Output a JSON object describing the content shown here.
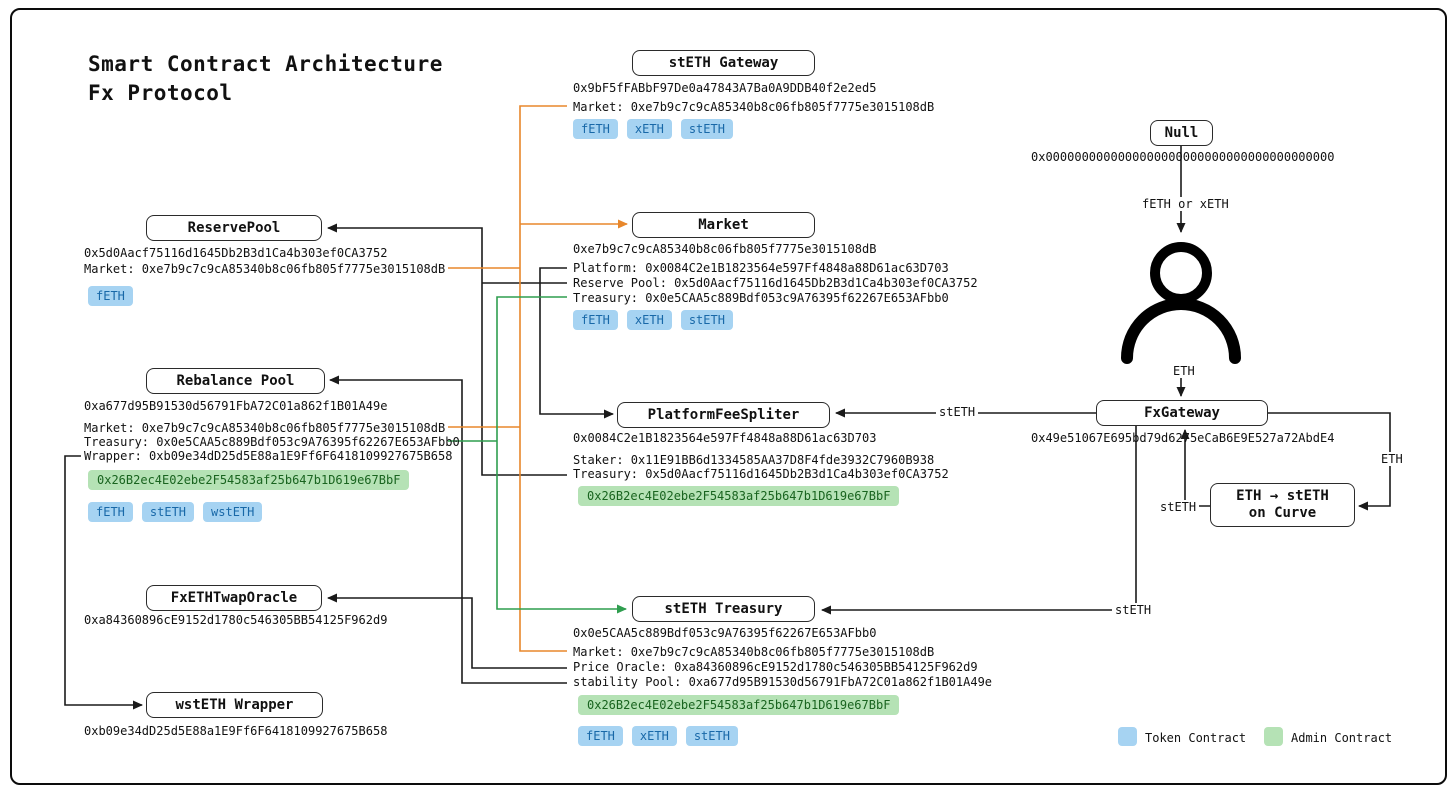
{
  "title": {
    "line1": "Smart Contract Architecture",
    "line2": "Fx Protocol"
  },
  "nodes": {
    "steth_gateway": {
      "label": "stETH Gateway",
      "address": "0x9bF5fFABbF97De0a47843A7Ba0A9DDB40f2e2ed5",
      "rows": [
        "Market: 0xe7b9c7c9cA85340b8c06fb805f7775e3015108dB"
      ],
      "tokens": [
        "fETH",
        "xETH",
        "stETH"
      ]
    },
    "null_contract": {
      "label": "Null",
      "address": "0x0000000000000000000000000000000000000000"
    },
    "reserve_pool": {
      "label": "ReservePool",
      "address": "0x5d0Aacf75116d1645Db2B3d1Ca4b303ef0CA3752",
      "rows": [
        "Market: 0xe7b9c7c9cA85340b8c06fb805f7775e3015108dB"
      ],
      "tokens": [
        "fETH"
      ]
    },
    "market": {
      "label": "Market",
      "address": "0xe7b9c7c9cA85340b8c06fb805f7775e3015108dB",
      "rows": [
        "Platform: 0x0084C2e1B1823564e597Ff4848a88D61ac63D703",
        "Reserve Pool: 0x5d0Aacf75116d1645Db2B3d1Ca4b303ef0CA3752",
        "Treasury: 0x0e5CAA5c889Bdf053c9A76395f62267E653AFbb0"
      ],
      "tokens": [
        "fETH",
        "xETH",
        "stETH"
      ]
    },
    "rebalance_pool": {
      "label": "Rebalance Pool",
      "address": "0xa677d95B91530d56791FbA72C01a862f1B01A49e",
      "rows": [
        "Market: 0xe7b9c7c9cA85340b8c06fb805f7775e3015108dB",
        "Treasury: 0x0e5CAA5c889Bdf053c9A76395f62267E653AFbb0",
        "Wrapper: 0xb09e34dD25d5E88a1E9Ff6F6418109927675B658"
      ],
      "admin": "0x26B2ec4E02ebe2F54583af25b647b1D619e67BbF",
      "tokens": [
        "fETH",
        "stETH",
        "wstETH"
      ]
    },
    "platform_fee_spliter": {
      "label": "PlatformFeeSpliter",
      "address": "0x0084C2e1B1823564e597Ff4848a88D61ac63D703",
      "rows": [
        "Staker: 0x11E91BB6d1334585AA37D8F4fde3932C7960B938",
        "Treasury: 0x5d0Aacf75116d1645Db2B3d1Ca4b303ef0CA3752"
      ],
      "admin": "0x26B2ec4E02ebe2F54583af25b647b1D619e67BbF"
    },
    "fx_gateway": {
      "label": "FxGateway",
      "address": "0x49e51067E695bd79d6275eCaB6E9E527a72AbdE4"
    },
    "curve": {
      "label_line1": "ETH → stETH",
      "label_line2": "on Curve"
    },
    "fx_eth_twap_oracle": {
      "label": "FxETHTwapOracle",
      "address": "0xa84360896cE9152d1780c546305BB54125F962d9"
    },
    "steth_treasury": {
      "label": "stETH Treasury",
      "address": "0x0e5CAA5c889Bdf053c9A76395f62267E653AFbb0",
      "rows": [
        "Market: 0xe7b9c7c9cA85340b8c06fb805f7775e3015108dB",
        "Price Oracle: 0xa84360896cE9152d1780c546305BB54125F962d9",
        "stability Pool: 0xa677d95B91530d56791FbA72C01a862f1B01A49e"
      ],
      "admin": "0x26B2ec4E02ebe2F54583af25b647b1D619e67BbF",
      "tokens": [
        "fETH",
        "xETH",
        "stETH"
      ]
    },
    "wsteth_wrapper": {
      "label": "wstETH Wrapper",
      "address": "0xb09e34dD25d5E88a1E9Ff6F6418109927675B658"
    }
  },
  "edge_labels": {
    "null_to_user": "fETH or xETH",
    "user_to_gateway": "ETH",
    "gateway_to_splitter": "stETH",
    "gateway_to_treasury": "stETH",
    "gateway_to_curve": "ETH",
    "curve_to_gateway": "stETH"
  },
  "legend": {
    "token": "Token Contract",
    "admin": "Admin Contract"
  },
  "colors": {
    "token_bg": "#a6d3f2",
    "token_text": "#1868a8",
    "admin_bg": "#b5e2b5",
    "admin_text": "#19641f",
    "edge_black": "#1a1a1a",
    "edge_orange": "#e8872b",
    "edge_green": "#2f9e4f"
  }
}
